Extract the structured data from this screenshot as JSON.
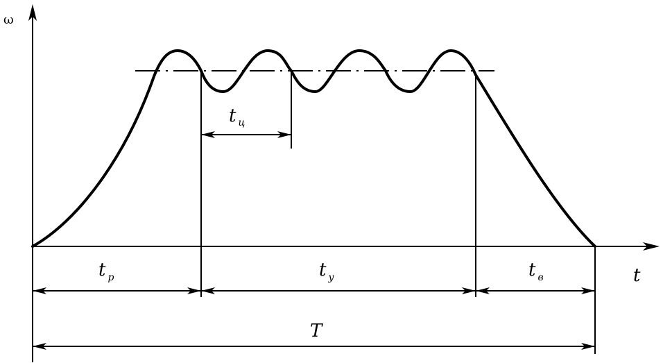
{
  "labels": {
    "y_axis": "ω",
    "x_axis": "t",
    "cycle_time_main": "t",
    "cycle_time_sub": "ц",
    "run_up_main": "t",
    "run_up_sub": "р",
    "steady_main": "t",
    "steady_sub": "у",
    "run_down_main": "t",
    "run_down_sub": "в",
    "total": "T"
  },
  "colors": {
    "line": "#000000",
    "background": "#ffffff"
  }
}
